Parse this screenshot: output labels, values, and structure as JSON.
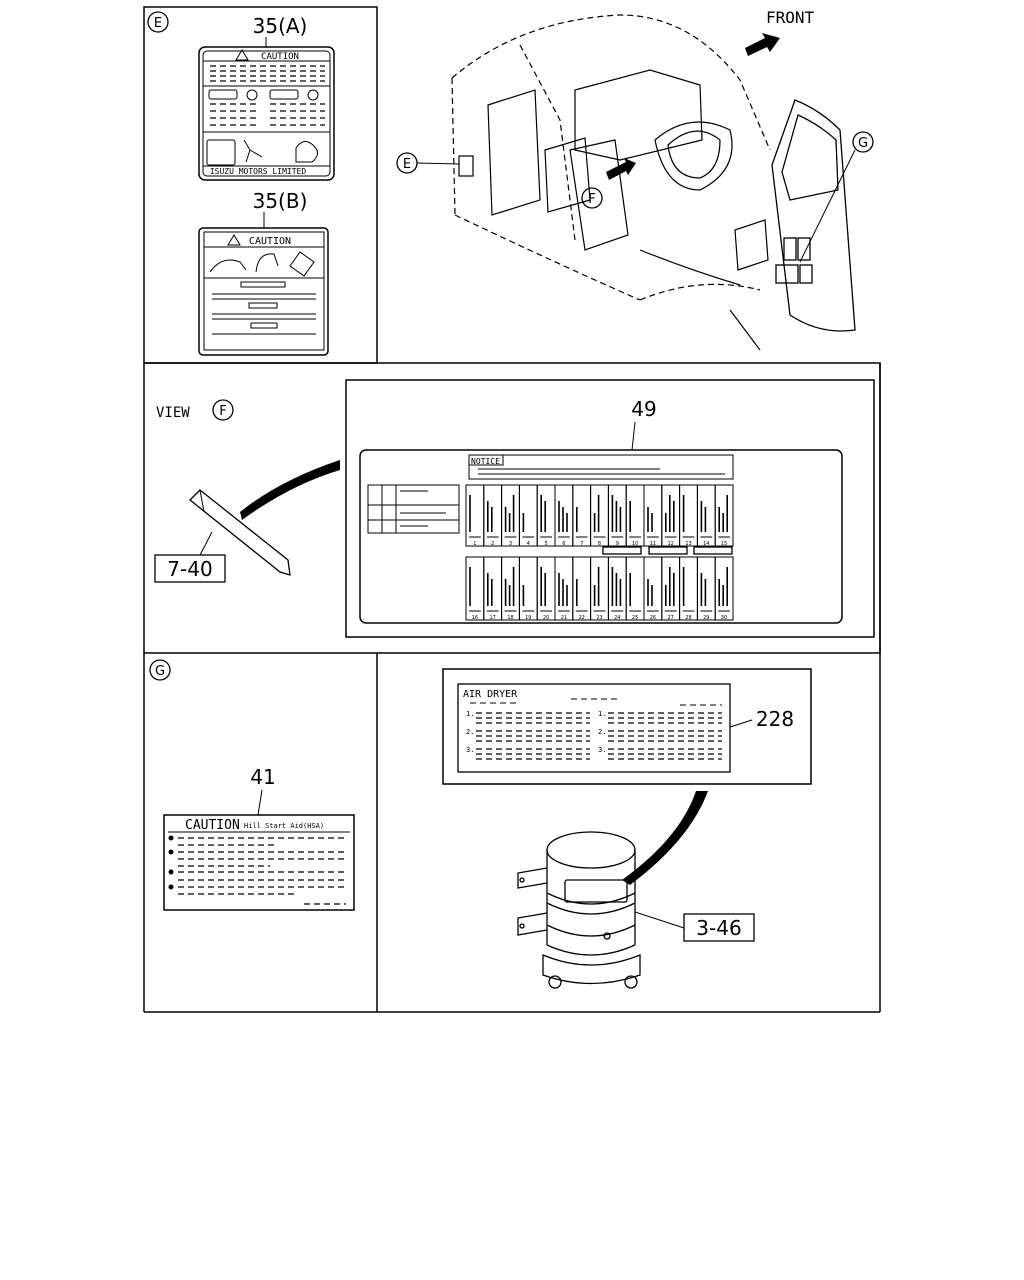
{
  "panels": {
    "e": {
      "marker": "E",
      "label_a": "35(A)",
      "label_b": "35(B)",
      "caution_a": "CAUTION",
      "maker_a": "ISUZU MOTORS LIMITED",
      "caution_b": "CAUTION"
    },
    "overview": {
      "front_label": "FRONT",
      "markers": [
        "E",
        "F",
        "G"
      ]
    },
    "view_f": {
      "view_label": "VIEW",
      "view_marker": "F",
      "part_label": "7-40",
      "label_49": "49",
      "notice": "NOTICE",
      "fuse_numbers_top": [
        "1",
        "2",
        "3",
        "4",
        "5",
        "6",
        "7",
        "8",
        "9",
        "10",
        "11",
        "12",
        "13",
        "14",
        "15"
      ],
      "fuse_numbers_bottom": [
        "16",
        "17",
        "18",
        "19",
        "20",
        "21",
        "22",
        "23",
        "24",
        "25",
        "26",
        "27",
        "28",
        "29",
        "30"
      ]
    },
    "g": {
      "marker": "G",
      "label_41": "41",
      "caution": "CAUTION",
      "caution_suffix": "Hill Start Aid(HSA)"
    },
    "air": {
      "title": "AIR DRYER",
      "label_228": "228",
      "part_label": "3-46",
      "items_left": [
        "1.",
        "2.",
        "3."
      ],
      "items_right": [
        "1.",
        "2.",
        "3."
      ]
    }
  }
}
